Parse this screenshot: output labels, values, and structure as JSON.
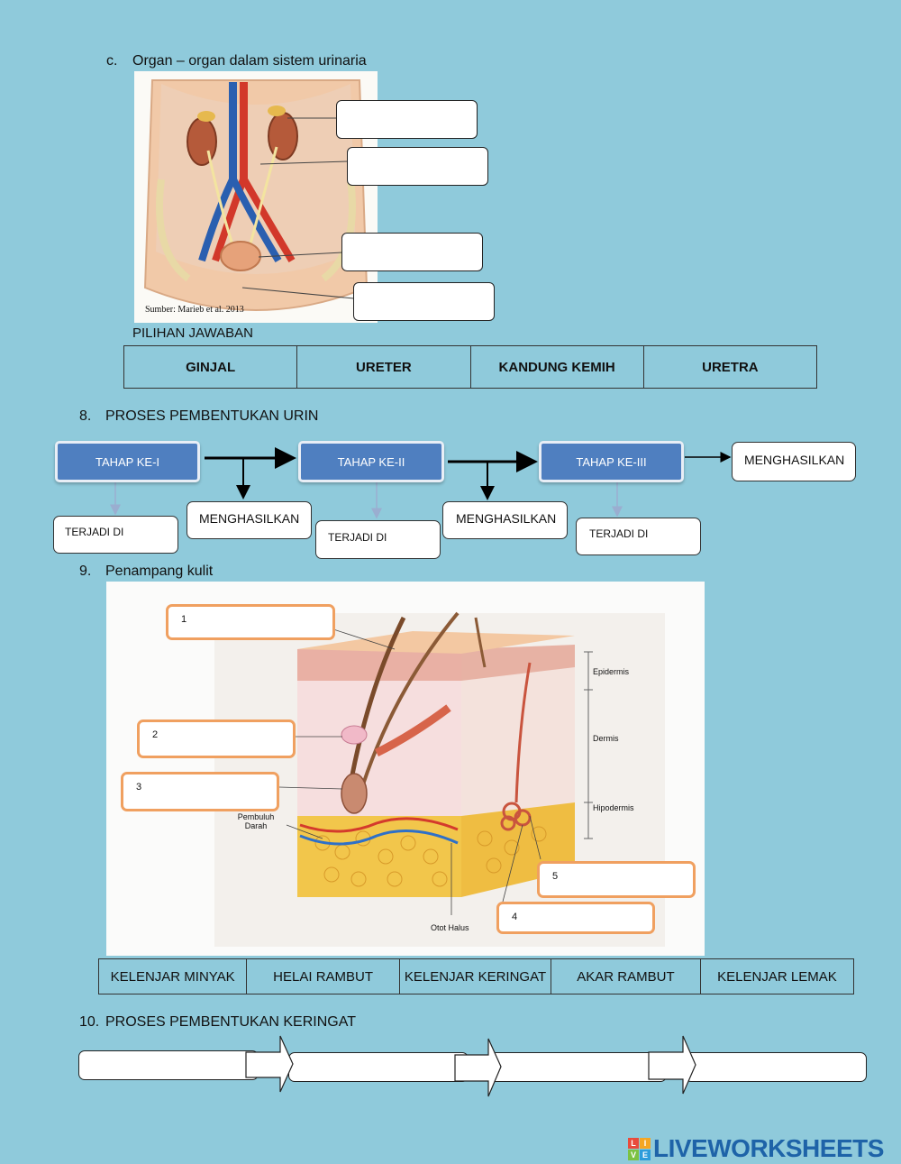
{
  "section_c": {
    "marker": "c.",
    "title": "Organ – organ dalam sistem urinaria",
    "image_source": "Sumber: Marieb et al. 2013",
    "choices_title": "PILIHAN JAWABAN",
    "choices": [
      "GINJAL",
      "URETER",
      "KANDUNG KEMIH",
      "URETRA"
    ]
  },
  "section_8": {
    "number": "8.",
    "title": "PROSES PEMBENTUKAN URIN",
    "stages": [
      "TAHAP KE-I",
      "TAHAP KE-II",
      "TAHAP KE-III"
    ],
    "produces_label": "MENGHASILKAN",
    "occurs_label": "TERJADI DI",
    "final_label": "MENGHASILKAN"
  },
  "section_9": {
    "number": "9.",
    "title": "Penampang kulit",
    "box_numbers": [
      "1",
      "2",
      "3",
      "4",
      "5"
    ],
    "layers": [
      "Epidermis",
      "Dermis",
      "Hipodermis"
    ],
    "labels": {
      "blood_vessel": "Pembuluh Darah",
      "smooth_muscle": "Otot Halus"
    },
    "choices": [
      "KELENJAR MINYAK",
      "HELAI RAMBUT",
      "KELENJAR KERINGAT",
      "AKAR RAMBUT",
      "KELENJAR LEMAK"
    ]
  },
  "section_10": {
    "number": "10.",
    "title": "PROSES PEMBENTUKAN KERINGAT"
  },
  "brand": {
    "name": "LIVEWORKSHEETS",
    "badge": [
      "L",
      "I",
      "V",
      "E"
    ]
  },
  "colors": {
    "background": "#8fcadb",
    "stage_blue": "#4f7fc0",
    "orange": "#f0a060",
    "brand_blue": "#1e63a8"
  }
}
